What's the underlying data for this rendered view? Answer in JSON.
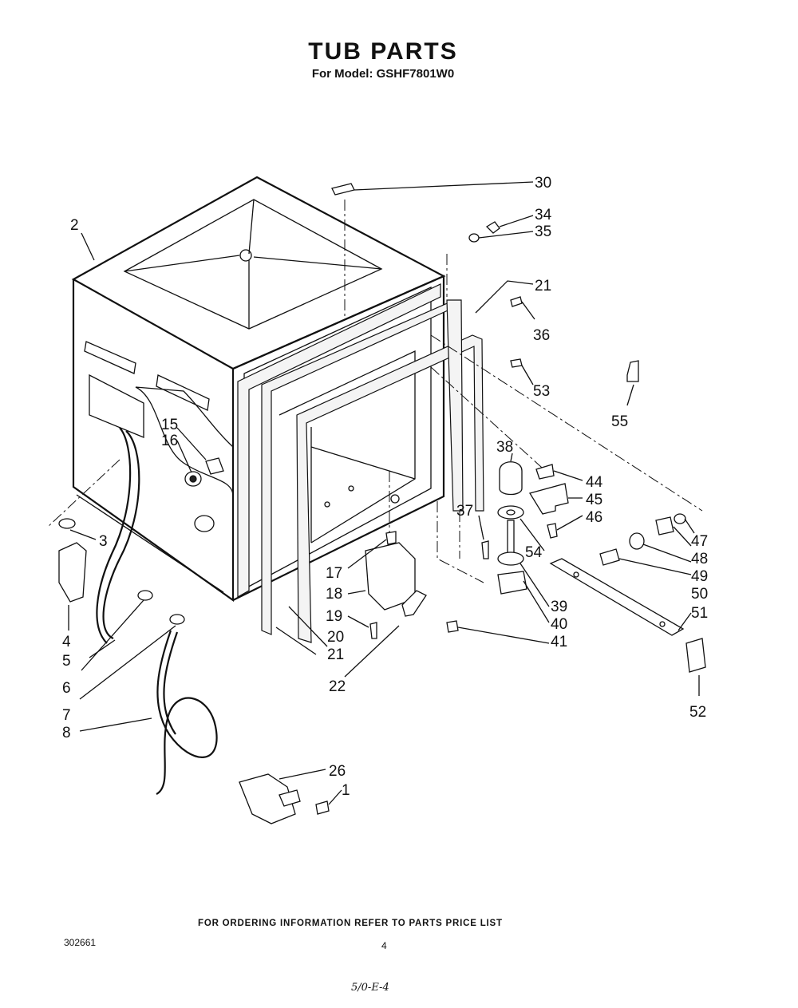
{
  "header": {
    "title": "TUB PARTS",
    "subtitle": "For Model: GSHF7801W0"
  },
  "footer": {
    "ordering_note": "FOR ORDERING INFORMATION REFER TO PARTS PRICE LIST",
    "doc_number": "302661",
    "page_number": "4",
    "handwritten_mark": "5/0-E-4"
  },
  "callouts": {
    "c1": "1",
    "c2": "2",
    "c3": "3",
    "c4": "4",
    "c5": "5",
    "c6": "6",
    "c7": "7",
    "c8": "8",
    "c15": "15",
    "c16": "16",
    "c17": "17",
    "c18": "18",
    "c19": "19",
    "c20": "20",
    "c21a": "21",
    "c21b": "21",
    "c22": "22",
    "c26": "26",
    "c30": "30",
    "c34": "34",
    "c35": "35",
    "c36": "36",
    "c37": "37",
    "c38": "38",
    "c39": "39",
    "c40": "40",
    "c41": "41",
    "c44": "44",
    "c45": "45",
    "c46": "46",
    "c47": "47",
    "c48": "48",
    "c49": "49",
    "c50": "50",
    "c51": "51",
    "c52": "52",
    "c53": "53",
    "c54": "54",
    "c55": "55"
  }
}
